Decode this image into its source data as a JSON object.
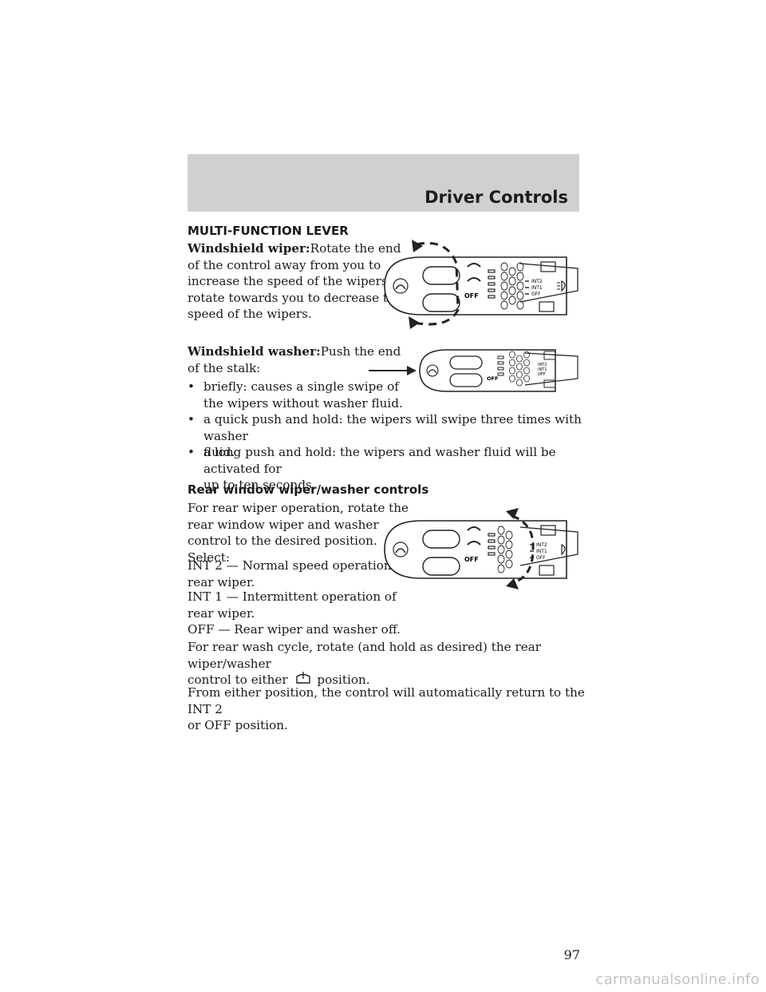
{
  "header": {
    "section_title": "Driver Controls"
  },
  "heading_main": "MULTI-FUNCTION LEVER",
  "wiper": {
    "label": "Windshield wiper:",
    "text_l1": "Rotate the end",
    "text_l2": "of the control away from you to",
    "text_l3": "increase the speed of the wipers;",
    "text_l4": "rotate towards you to decrease the",
    "text_l5": "speed of the wipers."
  },
  "washer": {
    "label": "Windshield washer:",
    "text_l1": "Push the end",
    "text_l2": "of the stalk:",
    "bullets": [
      {
        "l1": "briefly: causes a single swipe of",
        "l2": "the wipers without washer fluid."
      },
      {
        "l1": "a quick push and hold: the wipers will swipe three times with washer",
        "l2": "fluid."
      },
      {
        "l1": "a long push and hold: the wipers and washer fluid will be activated for",
        "l2": "up to ten seconds."
      }
    ]
  },
  "rear": {
    "heading": "Rear window wiper/washer controls",
    "intro_l1": "For rear wiper operation, rotate the",
    "intro_l2": "rear window wiper and washer",
    "intro_l3": "control to the desired position.",
    "intro_l4": "Select:",
    "int2_l1": "INT 2 — Normal speed operation of",
    "int2_l2": "rear wiper.",
    "int1_l1": "INT 1 — Intermittent operation of",
    "int1_l2": "rear wiper.",
    "off": "OFF — Rear wiper and washer off.",
    "wash_l1": "For rear wash cycle, rotate (and hold as desired) the rear wiper/washer",
    "wash_l2a": "control to either",
    "wash_l2b": "position.",
    "return_l1": "From either position, the control will automatically return to the INT 2",
    "return_l2": "or OFF position."
  },
  "lever_labels": {
    "int2": "INT2",
    "int1": "INT1",
    "off": "OFF"
  },
  "page_number": "97",
  "watermark": "carmanualsonline.info",
  "icons": [
    "wiper-icon",
    "washer-icon",
    "rear-wiper-icon",
    "headlamp-icon",
    "arrow-icon"
  ]
}
